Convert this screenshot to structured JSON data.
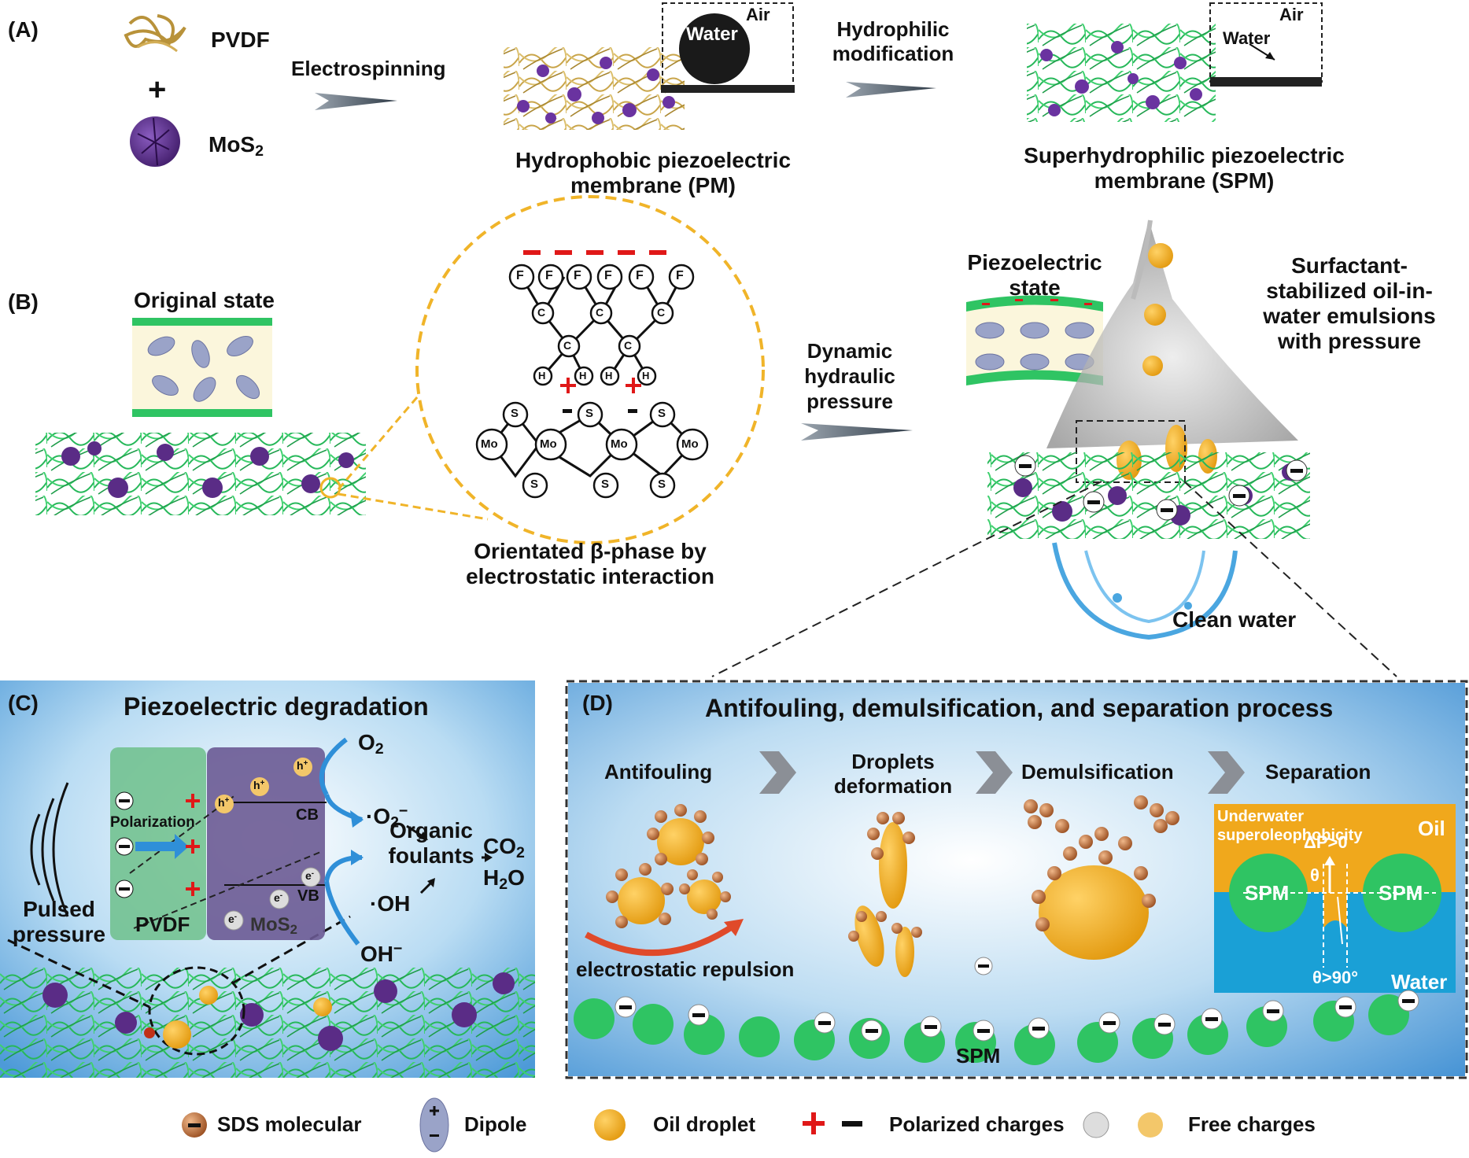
{
  "panelA": {
    "label": "(A)",
    "pvdf": "PVDF",
    "plus": "+",
    "mos2": "MoS",
    "mos2_sub": "2",
    "electrospinning": "Electrospinning",
    "pm_water": "Water",
    "pm_air": "Air",
    "pm_caption_line1": "Hydrophobic piezoelectric",
    "pm_caption_line2": "membrane (PM)",
    "modification_line1": "Hydrophilic",
    "modification_line2": "modification",
    "spm_water": "Water",
    "spm_air": "Air",
    "spm_caption_line1": "Superhydrophilic piezoelectric",
    "spm_caption_line2": "membrane (SPM)"
  },
  "panelB": {
    "label": "(B)",
    "original_state": "Original state",
    "atoms": {
      "F": "F",
      "C": "C",
      "H": "H",
      "S": "S",
      "Mo": "Mo"
    },
    "beta_caption_line1": "Orientated β-phase by",
    "beta_caption_line2": "electrostatic interaction",
    "dynamic_line1": "Dynamic",
    "dynamic_line2": "hydraulic",
    "dynamic_line3": "pressure",
    "piezo_state_line1": "Piezoelectric",
    "piezo_state_line2": "state",
    "emulsion_line1": "Surfactant-",
    "emulsion_line2": "stabilized oil-in-",
    "emulsion_line3": "water emulsions",
    "emulsion_line4": "with pressure",
    "clean_water": "Clean water"
  },
  "panelC": {
    "label": "(C)",
    "title": "Piezoelectric degradation",
    "polarization": "Polarization",
    "pvdf": "PVDF",
    "mos2": "MoS",
    "mos2_sub": "2",
    "cb": "CB",
    "vb": "VB",
    "h_plus": "h",
    "e_minus": "e",
    "o2": "O",
    "o2_sub": "2",
    "superoxide": "·O",
    "organic_line1": "Organic",
    "organic_line2": "foulants",
    "co2": "CO",
    "h2o": "H",
    "h2o_tail": "O",
    "oh_radical": "·OH",
    "oh_minus": "OH",
    "pulsed_line1": "Pulsed",
    "pulsed_line2": "pressure"
  },
  "panelD": {
    "label": "(D)",
    "title": "Antifouling, demulsification, and separation process",
    "antifouling": "Antifouling",
    "droplets_line1": "Droplets",
    "droplets_line2": "deformation",
    "demulsification": "Demulsification",
    "separation": "Separation",
    "electrostatic_repulsion": "electrostatic repulsion",
    "spm": "SPM",
    "underwater_line1": "Underwater",
    "underwater_line2": "superoleophobicity",
    "oil": "Oil",
    "water": "Water",
    "delta_p": "ΔP>0",
    "theta": "θ",
    "theta_condition": "θ>90°",
    "spm_left": "SPM",
    "spm_right": "SPM"
  },
  "legend": {
    "sds": "SDS molecular",
    "dipole": "Dipole",
    "oil_droplet": "Oil droplet",
    "polarized": "Polarized charges",
    "free": "Free charges"
  },
  "colors": {
    "green": "#2fc463",
    "membrane_green": "#1fbf5a",
    "purple": "#5a2c86",
    "pvdf_gold": "#c9a54a",
    "orange": "#f0a81c",
    "blue_bg": "#5aa6df",
    "red": "#e01818",
    "dipole": "#9aa3c8"
  }
}
